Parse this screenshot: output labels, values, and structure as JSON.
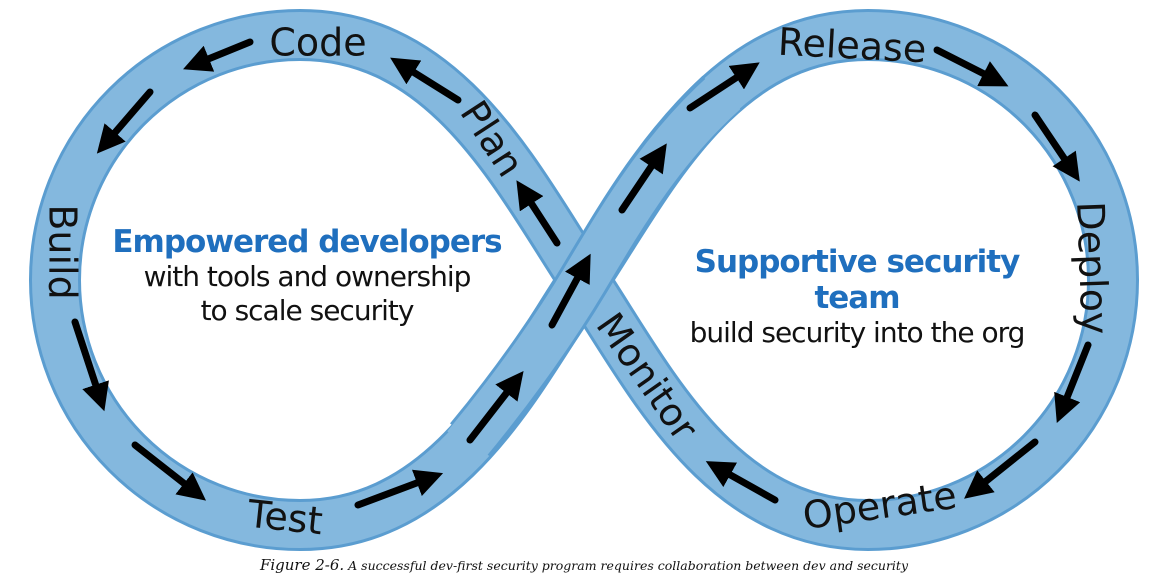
{
  "diagram": {
    "stages": {
      "code": "Code",
      "build": "Build",
      "test": "Test",
      "plan": "Plan",
      "release": "Release",
      "deploy": "Deploy",
      "operate": "Operate",
      "monitor": "Monitor"
    },
    "left_center": {
      "heading": "Empowered developers",
      "line1": "with tools and ownership",
      "line2": "to scale security"
    },
    "right_center": {
      "heading": "Supportive security team",
      "line1": "build security into the org"
    },
    "colors": {
      "band": "#84b8de",
      "band_edge": "#5b9dd0",
      "heading": "#1f6fbe"
    }
  },
  "caption": {
    "label": "Figure 2-6.",
    "text": "A successful dev-first security program requires collaboration between dev and security"
  }
}
